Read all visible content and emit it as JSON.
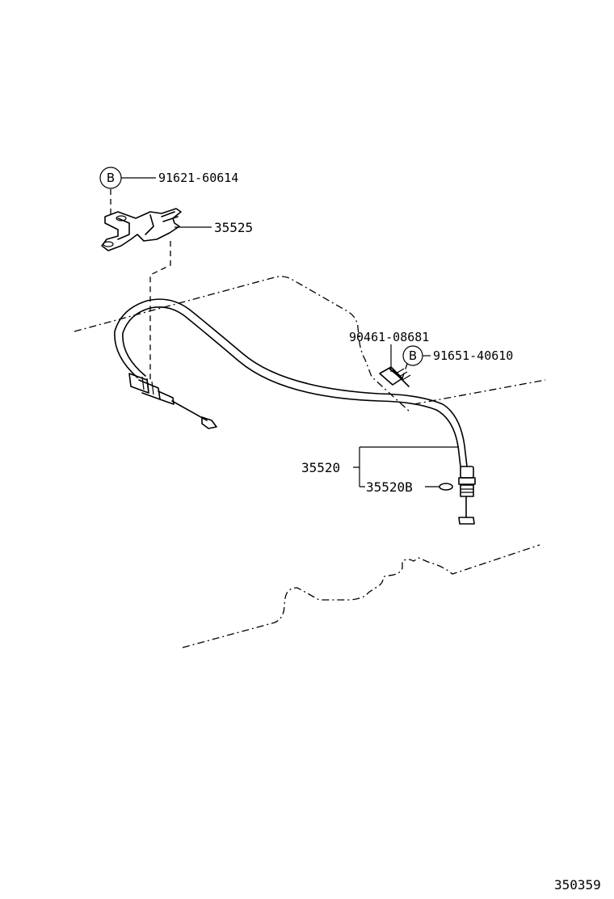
{
  "callouts": {
    "bolt_top": "91621-60614",
    "bracket": "35525",
    "clip": "90461-08681",
    "bolt_right": "91651-40610",
    "cable": "35520",
    "cable_sub": "35520B"
  },
  "badges": {
    "top": "B",
    "right": "B"
  },
  "figure_id": "350359"
}
